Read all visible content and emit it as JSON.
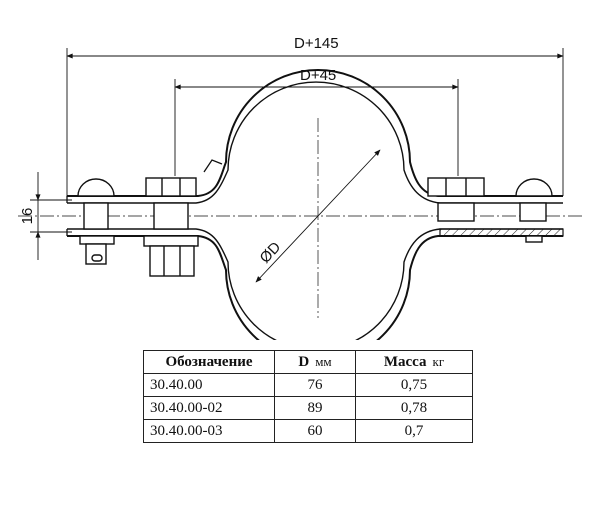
{
  "drawing": {
    "dim_overall": "D+145",
    "dim_inner": "D+45",
    "dim_height": "16",
    "dim_diameter": "ØD"
  },
  "table": {
    "headers": [
      {
        "label": "Обозначение",
        "unit": ""
      },
      {
        "label": "D",
        "unit": "мм"
      },
      {
        "label": "Масса",
        "unit": "кг"
      }
    ],
    "rows": [
      {
        "code": "30.40.00",
        "d": "76",
        "mass": "0,75"
      },
      {
        "code": "30.40.00-02",
        "d": "89",
        "mass": "0,78"
      },
      {
        "code": "30.40.00-03",
        "d": "60",
        "mass": "0,7"
      }
    ]
  }
}
